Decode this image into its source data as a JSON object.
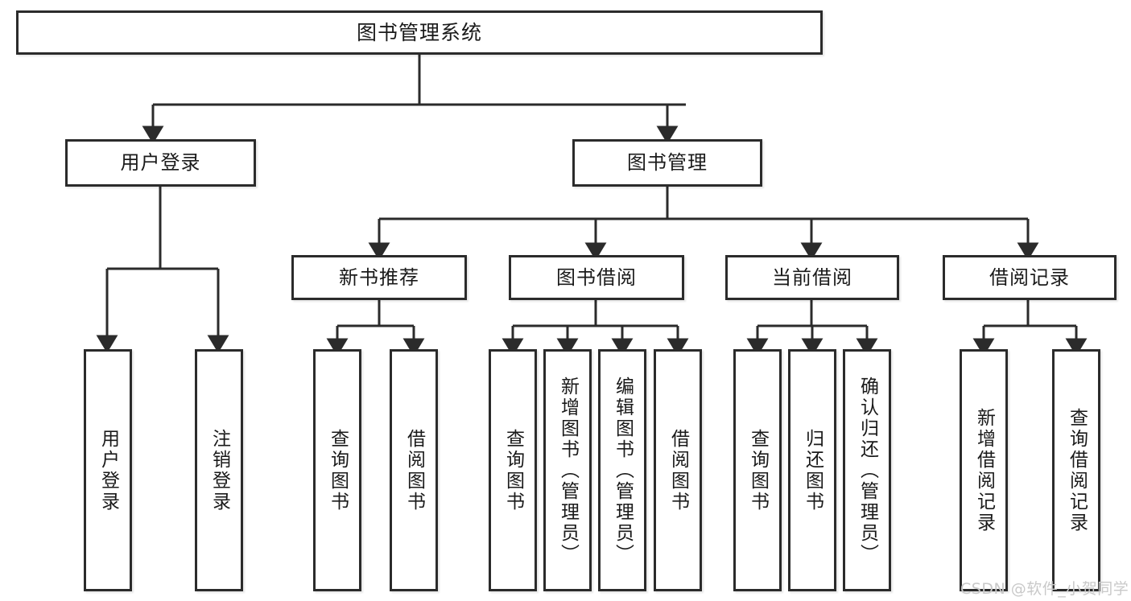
{
  "diagram": {
    "title": "图书管理系统",
    "type": "hierarchy-tree",
    "watermark": "CSDN @软件_小贺同学",
    "colors": {
      "box_border": "#2b2b2b",
      "box_fill": "#ffffff",
      "line": "#2b2b2b",
      "text": "#1a1a1a",
      "watermark": "#c9c9c9",
      "background": "#ffffff"
    },
    "levels": {
      "level1": [
        "图书管理系统"
      ],
      "level2": [
        "用户登录",
        "图书管理"
      ],
      "level3": [
        "新书推荐",
        "图书借阅",
        "当前借阅",
        "借阅记录"
      ],
      "level4": [
        "用户登录",
        "注销登录",
        "查询图书",
        "借阅图书",
        "查询图书",
        "新增图书（管理员）",
        "编辑图书（管理员）",
        "借阅图书",
        "查询图书",
        "归还图书",
        "确认归还（管理员）",
        "新增借阅记录",
        "查询借阅记录"
      ]
    },
    "nodes": {
      "root": {
        "label": "图书管理系统"
      },
      "user_login": {
        "label": "用户登录"
      },
      "book_manage": {
        "label": "图书管理"
      },
      "new_book_rec": {
        "label": "新书推荐"
      },
      "book_borrow": {
        "label": "图书借阅"
      },
      "current_borrow": {
        "label": "当前借阅"
      },
      "borrow_record": {
        "label": "借阅记录"
      },
      "leaf_user_login": {
        "label": "用户登录"
      },
      "leaf_logout": {
        "label": "注销登录"
      },
      "leaf_query_book_1": {
        "label": "查询图书"
      },
      "leaf_borrow_book_1": {
        "label": "借阅图书"
      },
      "leaf_query_book_2": {
        "label": "查询图书"
      },
      "leaf_add_book": {
        "label": "新增图书（管理员）"
      },
      "leaf_edit_book": {
        "label": "编辑图书（管理员）"
      },
      "leaf_borrow_book_2": {
        "label": "借阅图书"
      },
      "leaf_query_book_3": {
        "label": "查询图书"
      },
      "leaf_return_book": {
        "label": "归还图书"
      },
      "leaf_confirm_return": {
        "label": "确认归还（管理员）"
      },
      "leaf_add_record": {
        "label": "新增借阅记录"
      },
      "leaf_query_record": {
        "label": "查询借阅记录"
      }
    }
  }
}
